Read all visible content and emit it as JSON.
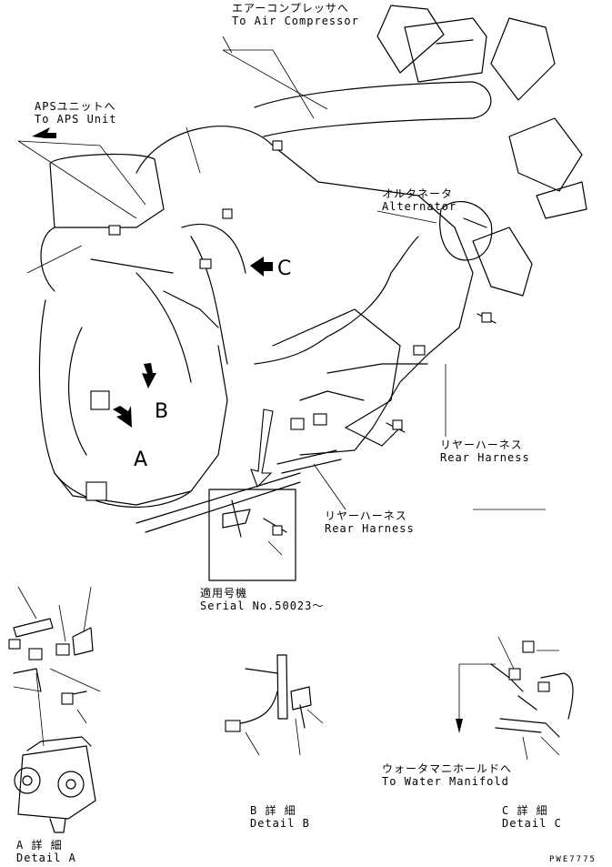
{
  "labels": {
    "air_compressor_jp": "エアーコンプレッサへ",
    "air_compressor_en": "To Air Compressor",
    "aps_unit_jp": "APSユニットへ",
    "aps_unit_en": "To APS Unit",
    "alternator_jp": "オルタネータ",
    "alternator_en": "Alternator",
    "rear_harness_1_jp": "リヤーハーネス",
    "rear_harness_1_en": "Rear Harness",
    "rear_harness_2_jp": "リヤーハーネス",
    "rear_harness_2_en": "Rear Harness",
    "serial_jp": "適用号機",
    "serial_en": "Serial No.50023～",
    "water_manifold_jp": "ウォータマニホールドへ",
    "water_manifold_en": "To Water Manifold",
    "detail_a_jp": "A 詳 細",
    "detail_a_en": "Detail A",
    "detail_b_jp": "B 詳 細",
    "detail_b_en": "Detail B",
    "detail_c_jp": "C 詳 細",
    "detail_c_en": "Detail C"
  },
  "callouts": {
    "a": "A",
    "b": "B",
    "c": "C"
  },
  "drawing_code": "PWE7775"
}
